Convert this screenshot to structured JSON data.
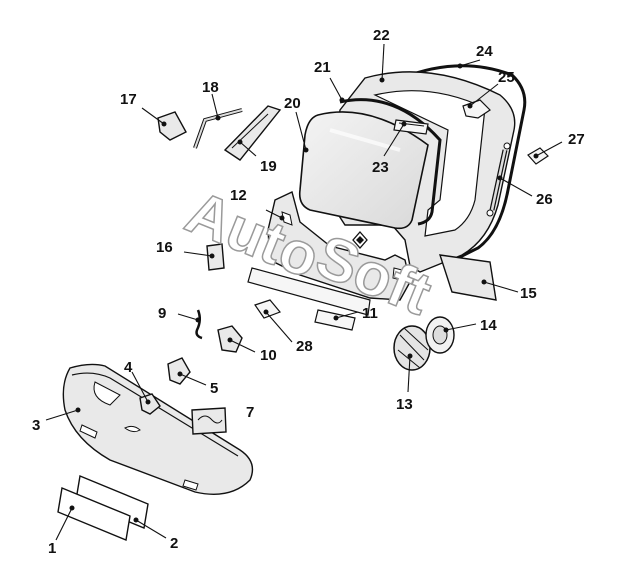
{
  "watermark": {
    "text_a": "Auto",
    "text_b": "Soft"
  },
  "callouts": [
    "1",
    "2",
    "3",
    "4",
    "5",
    "7",
    "9",
    "10",
    "11",
    "12",
    "13",
    "14",
    "15",
    "16",
    "17",
    "18",
    "19",
    "20",
    "21",
    "22",
    "23",
    "24",
    "25",
    "26",
    "27",
    "28"
  ]
}
